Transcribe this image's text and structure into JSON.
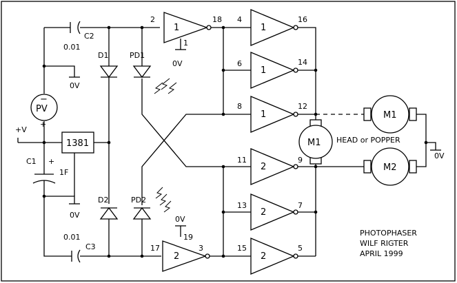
{
  "capacitors": {
    "c2": {
      "name": "C2",
      "value": "0.01"
    },
    "c3": {
      "name": "C3",
      "value": "0.01"
    },
    "c1": {
      "name": "C1",
      "value": "1F",
      "polarity": "+"
    }
  },
  "diodes": {
    "d1": "D1",
    "d2": "D2"
  },
  "photodiodes": {
    "pd1": "PD1",
    "pd2": "PD2"
  },
  "pv_cell": {
    "label": "PV",
    "minus": "−",
    "plus": "+"
  },
  "supply": {
    "label": "+V"
  },
  "regulator": {
    "label": "1381"
  },
  "ground_labels": [
    "0V",
    "0V",
    "0V",
    "0V",
    "0V"
  ],
  "gates": [
    {
      "group": "1",
      "in": "2",
      "out": "18",
      "extra": "1"
    },
    {
      "group": "2",
      "in": "17",
      "out": "3",
      "extra": "19"
    },
    {
      "group": "1",
      "in": "4",
      "out": "16"
    },
    {
      "group": "1",
      "in": "6",
      "out": "14"
    },
    {
      "group": "1",
      "in": "8",
      "out": "12"
    },
    {
      "group": "2",
      "in": "11",
      "out": "9"
    },
    {
      "group": "2",
      "in": "13",
      "out": "7"
    },
    {
      "group": "2",
      "in": "15",
      "out": "5"
    }
  ],
  "motors": {
    "head": "M1",
    "m1": "M1",
    "m2": "M2",
    "caption": "HEAD or POPPER"
  },
  "title_block": {
    "line1": "PHOTOPHASER",
    "line2": "WILF RIGTER",
    "line3": "APRIL 1999"
  }
}
